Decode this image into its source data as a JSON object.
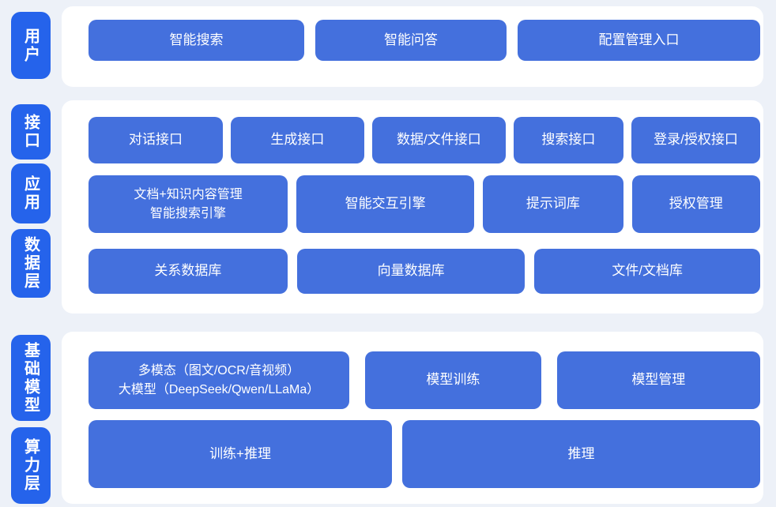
{
  "colors": {
    "page_bg": "#edf1f8",
    "panel_bg": "#ffffff",
    "block_blue": "#4470dd",
    "label_blue": "#2563eb",
    "text": "#ffffff"
  },
  "layers": {
    "user": {
      "label": "用户",
      "blocks": {
        "search": "智能搜索",
        "qa": "智能问答",
        "config_entry": "配置管理入口"
      }
    },
    "interface": {
      "label": "接口",
      "blocks": {
        "dialog": "对话接口",
        "generate": "生成接口",
        "data_file": "数据/文件接口",
        "search": "搜索接口",
        "login_auth": "登录/授权接口"
      }
    },
    "application": {
      "label": "应用",
      "blocks": {
        "doc_knowledge": "文档+知识内容管理\n智能搜索引擎",
        "interaction_engine": "智能交互引擎",
        "prompt_library": "提示词库",
        "auth_management": "授权管理"
      }
    },
    "data": {
      "label": "数据层",
      "blocks": {
        "relational_db": "关系数据库",
        "vector_db": "向量数据库",
        "file_doc_store": "文件/文档库"
      }
    },
    "base_model": {
      "label": "基础模型",
      "blocks": {
        "multimodal_llm": "多模态（图文/OCR/音视频）\n大模型（DeepSeek/Qwen/LLaMa）",
        "model_training": "模型训练",
        "model_management": "模型管理"
      }
    },
    "compute": {
      "label": "算力层",
      "blocks": {
        "train_infer": "训练+推理",
        "infer": "推理"
      }
    }
  }
}
